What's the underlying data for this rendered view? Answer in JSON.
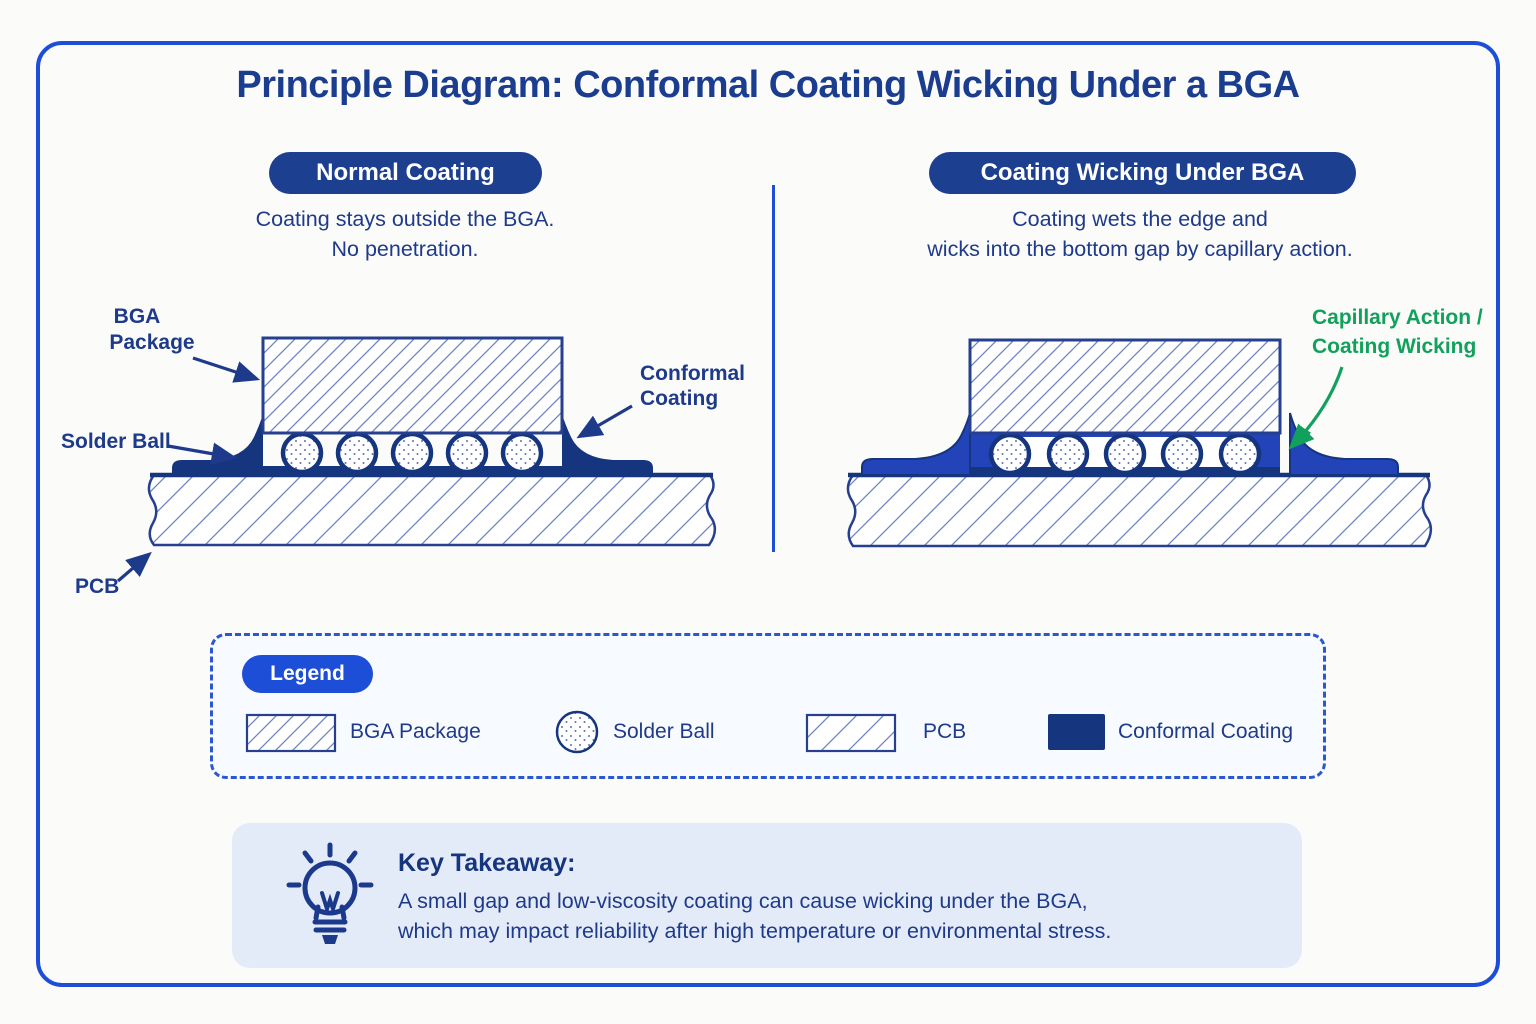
{
  "title": "Principle Diagram: Conformal Coating Wicking Under a BGA",
  "panels": {
    "left": {
      "badge": "Normal Coating",
      "desc1": "Coating stays outside the BGA.",
      "desc2": "No penetration.",
      "labels": {
        "bga1": "BGA",
        "bga2": "Package",
        "solder": "Solder Ball",
        "coating1": "Conformal",
        "coating2": "Coating",
        "pcb": "PCB"
      }
    },
    "right": {
      "badge": "Coating Wicking Under BGA",
      "desc1": "Coating wets the edge and",
      "desc2": "wicks into the bottom gap by capillary action.",
      "labels": {
        "cap1": "Capillary Action /",
        "cap2": "Coating Wicking"
      }
    }
  },
  "legend": {
    "title": "Legend",
    "items": [
      {
        "label": "BGA Package",
        "swatch": "hatched-rect"
      },
      {
        "label": "Solder Ball",
        "swatch": "dotted-circle"
      },
      {
        "label": "PCB",
        "swatch": "hatched-rect"
      },
      {
        "label": "Conformal Coating",
        "swatch": "solid-rect"
      }
    ]
  },
  "takeaway": {
    "title": "Key Takeaway:",
    "line1": "A small gap and low-viscosity coating can cause wicking under the BGA,",
    "line2": "which may impact reliability after high temperature or environmental stress."
  },
  "colors": {
    "navy": "#1e3a8a",
    "title_navy": "#1b3d8f",
    "badge_bg": "#1c3f90",
    "outline": "#26408f",
    "hatch_line": "#6d84c4",
    "coating_dark": "#16357f",
    "coating_wick": "#2244b8",
    "green": "#11a15c",
    "legend_pill": "#1d4ed8",
    "frame_border": "#1d4ed8",
    "legend_border": "#2b58d0",
    "legend_bg": "#f7fafe",
    "takeaway_bg": "#e4ebf8",
    "page_bg": "#fbfbf9"
  }
}
